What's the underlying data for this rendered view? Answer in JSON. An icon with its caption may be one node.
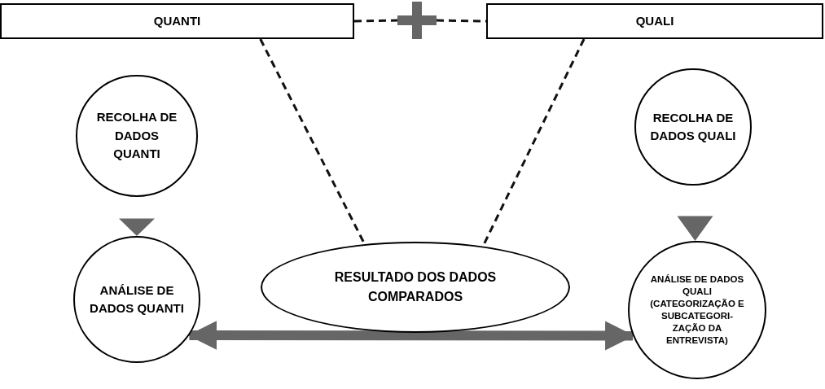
{
  "diagram": {
    "nodes": [
      {
        "text": [
          "QUANTI"
        ]
      },
      {
        "text": [
          "QUALI"
        ]
      },
      {
        "text": [],
        "shape": "plus"
      },
      {
        "text": [
          "RECOLHA DE DADOS QUANTI"
        ]
      },
      {
        "text": [
          "RECOLHA DE DADOS QUALI"
        ]
      },
      {
        "text": [
          "ANÁLISE DE DADOS QUANTI"
        ]
      },
      {
        "text": [
          "RESULTADO DOS DADOS COMPARADOS"
        ]
      },
      {
        "text": [
          "ANÁLISE DE DADOS QUALI (CATEGORIZAÇÃO E SUBCATEGORI- ZAÇÃO DA ENTREVISTA)"
        ]
      }
    ],
    "edges": [
      {
        "from": 0,
        "to": 2,
        "arrow": "none",
        "style": "dashed"
      },
      {
        "from": 2,
        "to": 1,
        "arrow": "none",
        "style": "dashed"
      },
      {
        "from": 0,
        "to": 6,
        "arrow": "none",
        "style": "dashed"
      },
      {
        "from": 1,
        "to": 6,
        "arrow": "none",
        "style": "dashed"
      },
      {
        "from": 3,
        "to": 5,
        "arrow": "to",
        "color": "#666666"
      },
      {
        "from": 4,
        "to": 7,
        "arrow": "to",
        "color": "#666666"
      },
      {
        "from": 5,
        "to": 7,
        "arrow": "both",
        "style": "thick",
        "color": "#666666"
      }
    ]
  }
}
